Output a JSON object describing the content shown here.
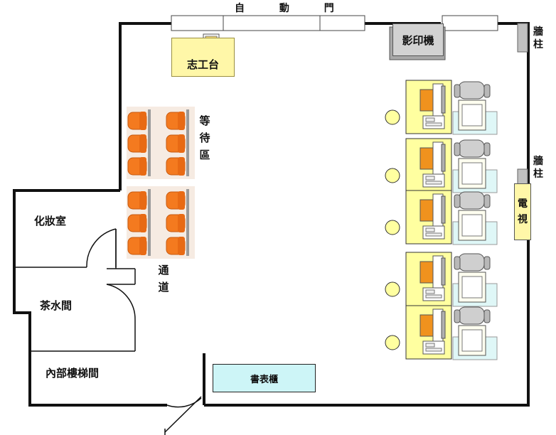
{
  "labels": {
    "auto_door": "自 動 門",
    "volunteer_desk": "志工台",
    "copier": "影印機",
    "pillar_top": "牆柱",
    "pillar_mid": "牆柱",
    "tv": "電視",
    "waiting_area": "等待區",
    "makeup_room": "化妝室",
    "passage": "通道",
    "pantry": "茶水間",
    "stairs": "內部樓梯間",
    "bookcase": "書表櫃"
  },
  "colors": {
    "wall": "#111111",
    "desk_yellow": "#fff7a8",
    "chair_orange": "#f47a1f",
    "counter_yellow": "#ffffa0",
    "chair_gray": "#cfcfcf",
    "bookcase_cyan": "#cdf5f7",
    "monitor_orange": "#f0921e"
  },
  "counter_stations": 5
}
